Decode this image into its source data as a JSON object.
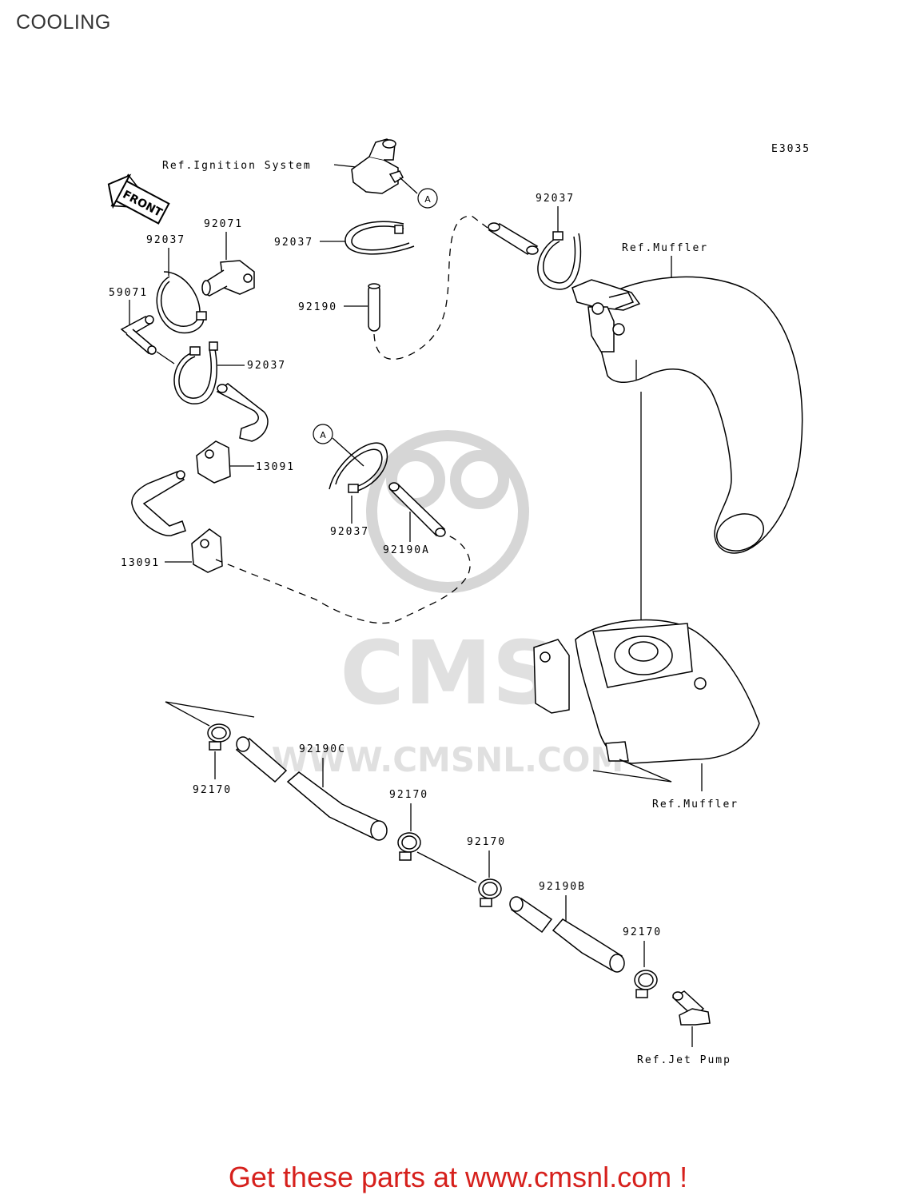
{
  "page_title": "COOLING",
  "diagram_code": "E3035",
  "front_label": "FRONT",
  "callout_a": "A",
  "watermark": {
    "logo_text": "CMS",
    "url_text": "WWW.CMSNL.COM"
  },
  "labels": {
    "ref_ignition": "Ref.Ignition System",
    "ref_muffler_top": "Ref.Muffler",
    "ref_muffler_bottom": "Ref.Muffler",
    "ref_jet_pump": "Ref.Jet Pump",
    "p92037_a": "92037",
    "p92037_b": "92037",
    "p92037_c": "92037",
    "p92037_d": "92037",
    "p92037_e": "92037",
    "p92071": "92071",
    "p59071": "59071",
    "p92190": "92190",
    "p13091_a": "13091",
    "p13091_b": "13091",
    "p92190a": "92190A",
    "p92190c": "92190C",
    "p92190b": "92190B",
    "p92170_a": "92170",
    "p92170_b": "92170",
    "p92170_c": "92170",
    "p92170_d": "92170"
  },
  "footer_text": "Get these parts at www.cmsnl.com !"
}
